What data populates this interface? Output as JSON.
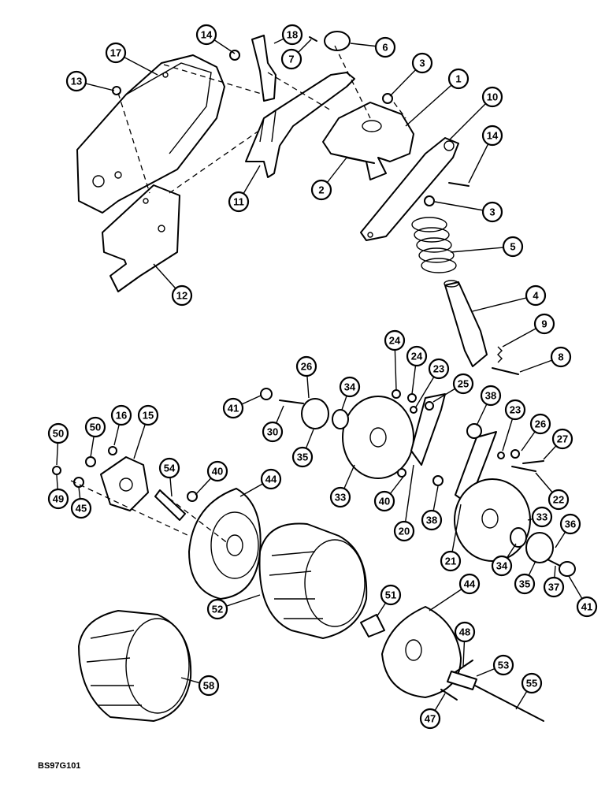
{
  "figure_code": "BS97G101",
  "callouts": [
    {
      "label": "14"
    },
    {
      "label": "18"
    },
    {
      "label": "17"
    },
    {
      "label": "7"
    },
    {
      "label": "6"
    },
    {
      "label": "13"
    },
    {
      "label": "3"
    },
    {
      "label": "1"
    },
    {
      "label": "10"
    },
    {
      "label": "14"
    },
    {
      "label": "2"
    },
    {
      "label": "11"
    },
    {
      "label": "3"
    },
    {
      "label": "12"
    },
    {
      "label": "5"
    },
    {
      "label": "4"
    },
    {
      "label": "9"
    },
    {
      "label": "8"
    },
    {
      "label": "24"
    },
    {
      "label": "24"
    },
    {
      "label": "23"
    },
    {
      "label": "26"
    },
    {
      "label": "25"
    },
    {
      "label": "38"
    },
    {
      "label": "34"
    },
    {
      "label": "41"
    },
    {
      "label": "30"
    },
    {
      "label": "23"
    },
    {
      "label": "26"
    },
    {
      "label": "27"
    },
    {
      "label": "16"
    },
    {
      "label": "15"
    },
    {
      "label": "50"
    },
    {
      "label": "50"
    },
    {
      "label": "35"
    },
    {
      "label": "33"
    },
    {
      "label": "40"
    },
    {
      "label": "22"
    },
    {
      "label": "54"
    },
    {
      "label": "40"
    },
    {
      "label": "44"
    },
    {
      "label": "38"
    },
    {
      "label": "33"
    },
    {
      "label": "49"
    },
    {
      "label": "45"
    },
    {
      "label": "20"
    },
    {
      "label": "36"
    },
    {
      "label": "21"
    },
    {
      "label": "34"
    },
    {
      "label": "35"
    },
    {
      "label": "37"
    },
    {
      "label": "41"
    },
    {
      "label": "44"
    },
    {
      "label": "51"
    },
    {
      "label": "52"
    },
    {
      "label": "48"
    },
    {
      "label": "53"
    },
    {
      "label": "58"
    },
    {
      "label": "55"
    },
    {
      "label": "47"
    }
  ]
}
